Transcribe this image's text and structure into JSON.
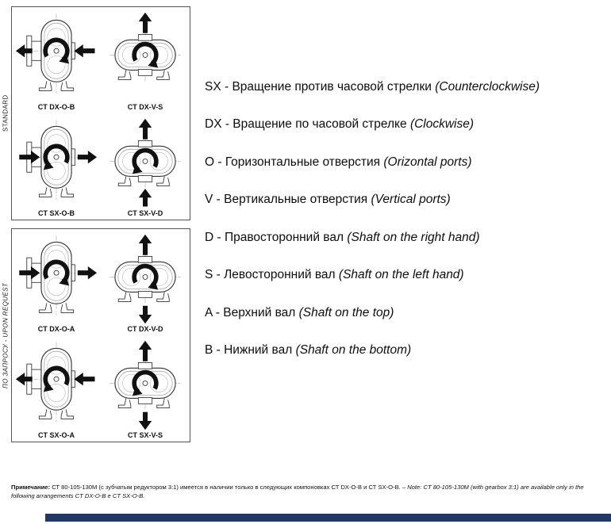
{
  "colors": {
    "bottom_bar": "#1F3864",
    "ink": "#111111"
  },
  "panels": [
    {
      "side_label": "STANDARD",
      "diagrams": [
        {
          "label": "CT DX-O-B",
          "body": "o",
          "rotation": "cw",
          "ports": [
            "left-out",
            "right-in"
          ]
        },
        {
          "label": "CT DX-V-S",
          "body": "v",
          "rotation": "cw",
          "ports": [
            "top-out"
          ]
        },
        {
          "label": "CT SX-O-B",
          "body": "o",
          "rotation": "ccw",
          "ports": [
            "left-in",
            "right-out"
          ]
        },
        {
          "label": "CT SX-V-D",
          "body": "v",
          "rotation": "ccw",
          "ports": [
            "top-out",
            "bottom-in"
          ]
        }
      ]
    },
    {
      "side_label": "ПО ЗАПРОСУ - UPON REQUEST",
      "diagrams": [
        {
          "label": "CT DX-O-A",
          "body": "o",
          "rotation": "cw",
          "ports": [
            "left-in",
            "right-out"
          ]
        },
        {
          "label": "CT DX-V-D",
          "body": "v",
          "rotation": "cw",
          "ports": [
            "top-out",
            "bottom-out"
          ]
        },
        {
          "label": "CT SX-O-A",
          "body": "o",
          "rotation": "ccw",
          "ports": [
            "left-out",
            "right-in"
          ]
        },
        {
          "label": "CT SX-V-S",
          "body": "v",
          "rotation": "ccw",
          "ports": [
            "top-out",
            "bottom-out"
          ]
        }
      ]
    }
  ],
  "legend": [
    {
      "code": "SX",
      "ru": "Вращение против часовой стрелки",
      "en": "(Counterclockwise)"
    },
    {
      "code": "DX",
      "ru": "Вращение по часовой стрелке",
      "en": "(Clockwise)"
    },
    {
      "code": "O",
      "ru": "Горизонтальные отверстия",
      "en": "(Orizontal ports)"
    },
    {
      "code": "V",
      "ru": "Вертикальные отверстия",
      "en": "(Vertical ports)"
    },
    {
      "code": "D",
      "ru": "Правосторонний вал",
      "en": "(Shaft on the right hand)"
    },
    {
      "code": "S",
      "ru": "Левосторонний вал",
      "en": "(Shaft on the left hand)"
    },
    {
      "code": "A",
      "ru": "Верхний вал",
      "en": "(Shaft on the top)"
    },
    {
      "code": "B",
      "ru": "Нижний вал",
      "en": "(Shaft on the bottom)"
    }
  ],
  "note": {
    "label": "Примечание:",
    "ru": "СТ 80-105-130М (с зубчатым редуктором 3:1) имеется в наличии только в следующих компоновках СТ DX-O-B и СТ SX-O-B. –",
    "en": "Note: CT 80-105-130M (with gearbox 3:1) are available only in the following arrangements CT DX-O-B e CT SX-O-B."
  }
}
